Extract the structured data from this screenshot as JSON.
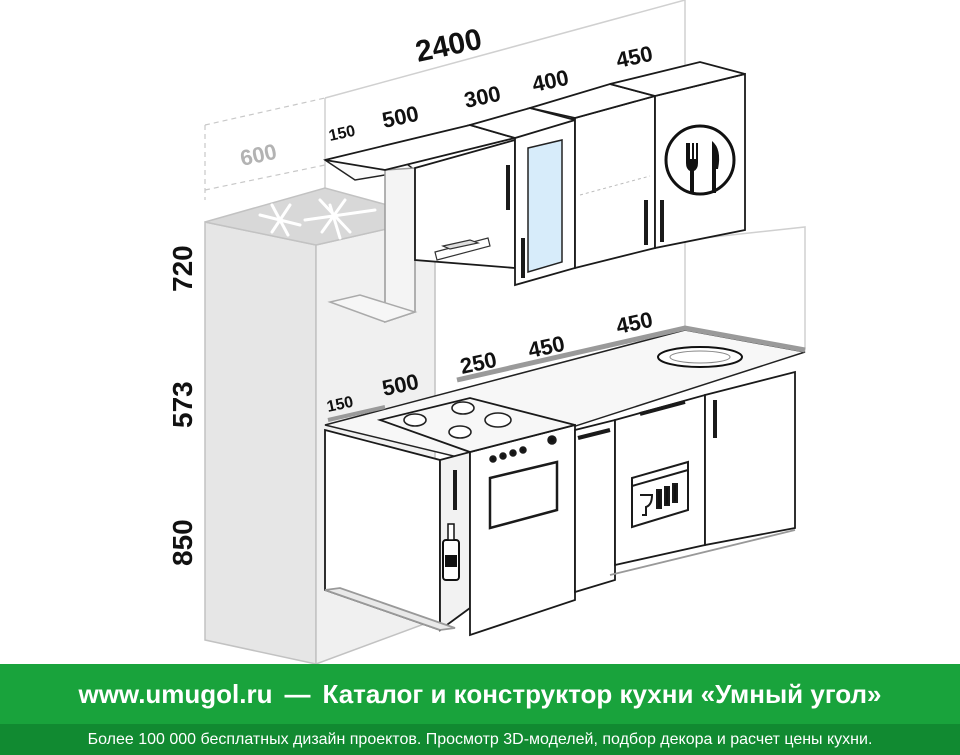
{
  "dimensions": {
    "total_width": "2400",
    "upper_widths": [
      "150",
      "500",
      "300",
      "400",
      "450"
    ],
    "lower_widths": [
      "150",
      "500",
      "250",
      "450",
      "450"
    ],
    "fridge_depth": "600",
    "heights": [
      "720",
      "573",
      "850"
    ]
  },
  "icons": [
    "snowflake-icon",
    "fork-knife-icon",
    "sink-icon",
    "stove-burners-icon",
    "oven-icon",
    "dishwasher-icon",
    "bottle-icon",
    "range-hood-icon"
  ],
  "footer": {
    "site": "www.umugol.ru",
    "dash": "—",
    "tagline": "Каталог и конструктор кухни «Умный угол»",
    "description": "Более 100 000 бесплатных дизайн проектов. Просмотр 3D-моделей, подбор декора и расчет цены кухни."
  },
  "colors": {
    "footer_green": "#19a33c",
    "footer_dark_green": "#118a31"
  }
}
